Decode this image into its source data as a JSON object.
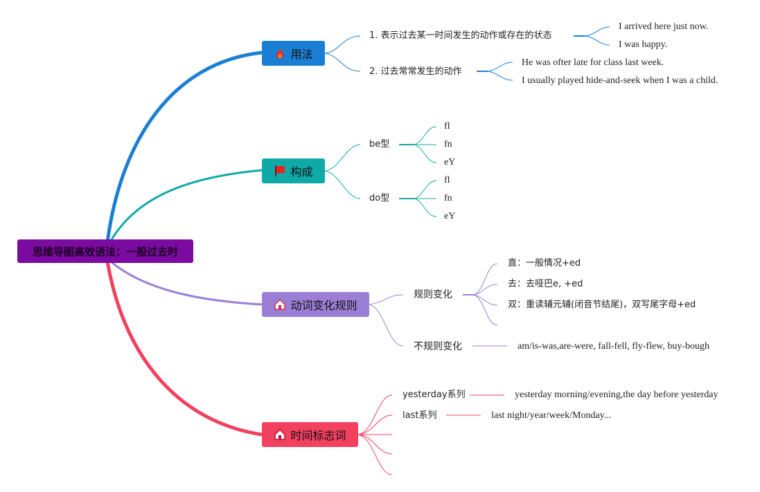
{
  "root": {
    "label": "思维导图高效语法：一般过去时"
  },
  "branches": {
    "usage": {
      "label": "用法",
      "color": "#1a7fd4",
      "icon": "fire-icon",
      "items": [
        {
          "label": "1. 表示过去某一时间发生的动作或存在的状态",
          "examples": [
            "I arrived here just now.",
            "I was happy."
          ]
        },
        {
          "label": "2. 过去常常发生的动作",
          "examples": [
            "He was ofter late for class last week.",
            "I usually played hide-and-seek when I was a child."
          ]
        }
      ]
    },
    "form": {
      "label": "构成",
      "color": "#0fa9a8",
      "icon": "flag-icon",
      "items": [
        {
          "label": "be型",
          "children": [
            "fl",
            "fn",
            "eY"
          ]
        },
        {
          "label": "do型",
          "children": [
            "fl",
            "fn",
            "eY"
          ]
        }
      ]
    },
    "rules": {
      "label": "动词变化规则",
      "color": "#9b7fd6",
      "icon": "house-icon",
      "items": [
        {
          "label": "规则变化",
          "children": [
            "直：一般情况+ed",
            "去：去哑巴e, +ed",
            "双：重读辅元辅(闭音节结尾)，双写尾字母+ed"
          ]
        },
        {
          "label": "不规则变化",
          "detail": "am/is-was,are-were, fall-fell, fly-flew, buy-bough"
        }
      ]
    },
    "time": {
      "label": "时间标志词",
      "color": "#f2405f",
      "icon": "house-icon",
      "items": [
        {
          "label": "yesterday系列",
          "detail": "yesterday morning/evening,the day before yesterday"
        },
        {
          "label": "last系列",
          "detail": "last night/year/week/Monday..."
        }
      ]
    }
  },
  "root_color": "#7b0aa0"
}
